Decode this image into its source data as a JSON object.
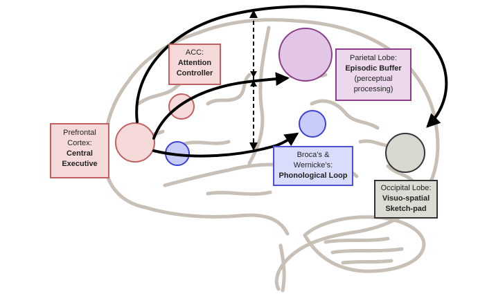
{
  "labels": {
    "prefrontal": {
      "line1": "Prefrontal",
      "line2": "Cortex:",
      "line3": "Central",
      "line4": "Executive"
    },
    "acc": {
      "line1": "ACC:",
      "line2": "Attention",
      "line3": "Controller"
    },
    "parietal": {
      "line1": "Parietal Lobe:",
      "line2": "Episodic Buffer",
      "line3": "(perceptual",
      "line4": "processing)"
    },
    "broca": {
      "line1": "Broca’s &",
      "line2": "Wernicke’s:",
      "line3": "Phonological Loop"
    },
    "occipital": {
      "line1": "Occipital Lobe:",
      "line2": "Visuo-spatial",
      "line3": "Sketch-pad"
    }
  },
  "colors": {
    "brain_outline": "#c8bfb6",
    "prefrontal_fill": "#f6dada",
    "prefrontal_stroke": "#c06060",
    "parietal_fill": "#e3c6e6",
    "parietal_stroke": "#8a3e8a",
    "phonological_fill": "#c8ccfa",
    "phonological_stroke": "#3a3fd8",
    "occipital_fill": "#d8d8d0",
    "occipital_stroke": "#333333",
    "arrow": "#000000"
  }
}
